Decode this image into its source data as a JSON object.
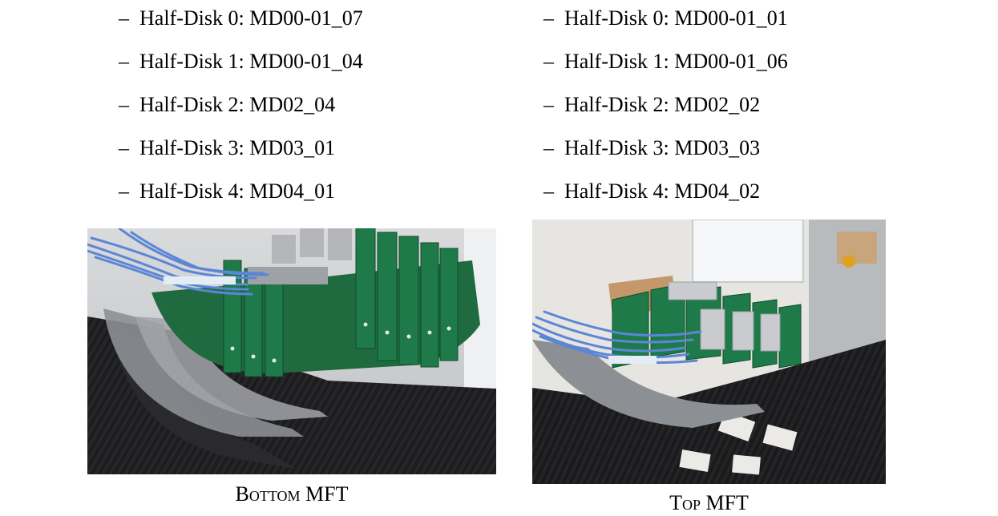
{
  "lists": {
    "bottom": [
      {
        "dash": "–",
        "label": "Half-Disk 0: MD00-01_07"
      },
      {
        "dash": "–",
        "label": "Half-Disk 1: MD00-01_04"
      },
      {
        "dash": "–",
        "label": "Half-Disk 2: MD02_04"
      },
      {
        "dash": "–",
        "label": "Half-Disk 3: MD03_01"
      },
      {
        "dash": "–",
        "label": "Half-Disk 4: MD04_01"
      }
    ],
    "top": [
      {
        "dash": "–",
        "label": "Half-Disk 0: MD00-01_01"
      },
      {
        "dash": "–",
        "label": "Half-Disk 1: MD00-01_06"
      },
      {
        "dash": "–",
        "label": "Half-Disk 2: MD02_02"
      },
      {
        "dash": "–",
        "label": "Half-Disk 3: MD03_03"
      },
      {
        "dash": "–",
        "label": "Half-Disk 4: MD04_02"
      }
    ]
  },
  "figures": {
    "bottom": {
      "caption": "Bottom MFT"
    },
    "top": {
      "caption": "Top MFT"
    }
  },
  "colors": {
    "pcb_green": "#1f7a4a",
    "carbon_black": "#1c1c1e",
    "cable_blue": "#5b86d6",
    "frame_gray": "#8c8f94"
  }
}
